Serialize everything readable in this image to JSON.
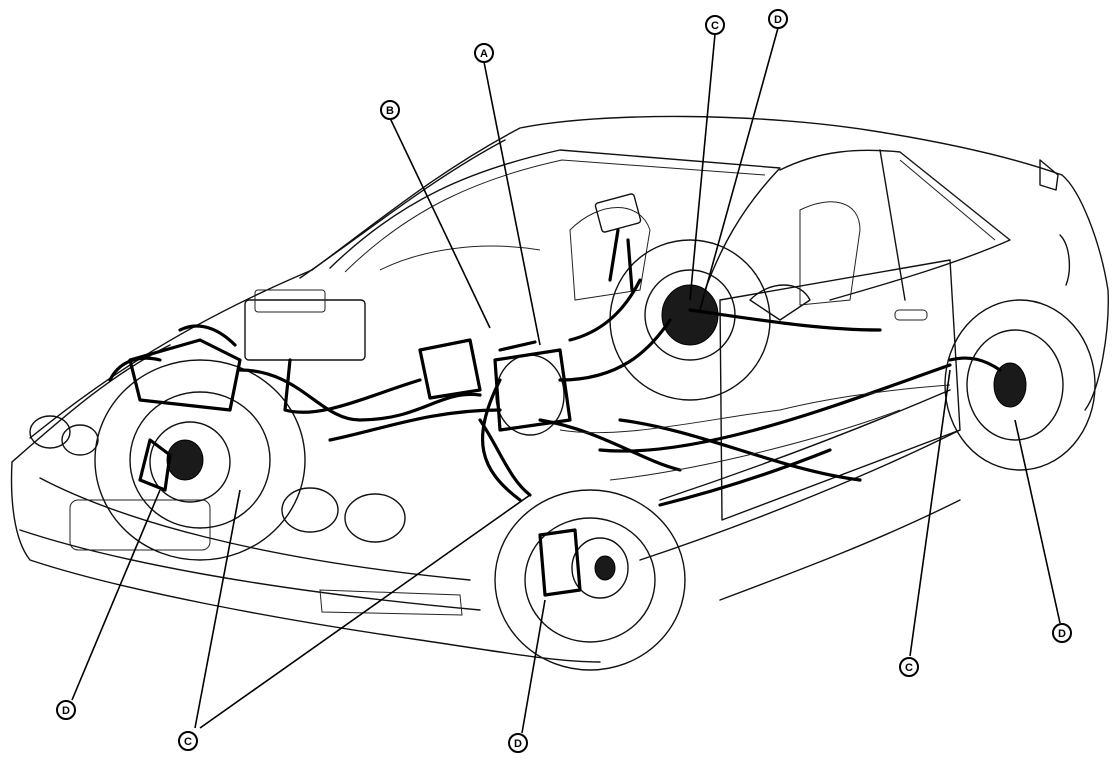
{
  "callouts": [
    {
      "id": "A",
      "label": "A"
    },
    {
      "id": "B",
      "label": "B"
    },
    {
      "id": "C1",
      "label": "C"
    },
    {
      "id": "D1",
      "label": "D"
    },
    {
      "id": "D2",
      "label": "D"
    },
    {
      "id": "C2",
      "label": "C"
    },
    {
      "id": "D3",
      "label": "D"
    },
    {
      "id": "C3",
      "label": "C"
    },
    {
      "id": "D4",
      "label": "D"
    }
  ]
}
